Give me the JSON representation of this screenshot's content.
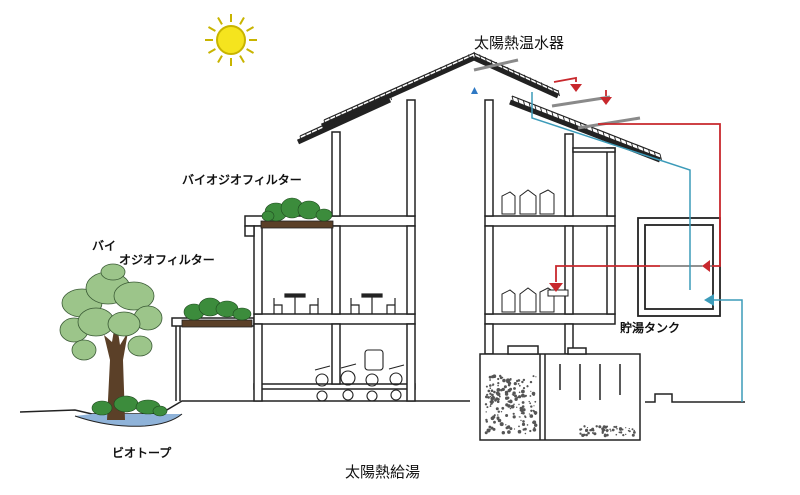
{
  "labels": {
    "solar_water_heater": "太陽熱温水器",
    "biogeo_filter_upper": "バイオジオフィルター",
    "biogeo_filter_lower_line1": "バイ",
    "biogeo_filter_lower_line2": "オジオフィルター",
    "hot_water_tank": "貯湯タンク",
    "biotope": "ビオトープ",
    "caption": "太陽熱給湯"
  },
  "colors": {
    "hot_water": "#c8282d",
    "cold_water": "#3c9bb9",
    "sun": "#f5e41e",
    "sun_outline": "#c8b400",
    "foliage": "#3c8c3c",
    "foliage_light": "#6fb15f",
    "tree_leaves": "#9cc58a",
    "trunk": "#5b4028",
    "structure": "#222222",
    "water": "#8fb3d9",
    "accent_blue": "#2f79c4",
    "panel_gray": "#8a8a8a"
  }
}
